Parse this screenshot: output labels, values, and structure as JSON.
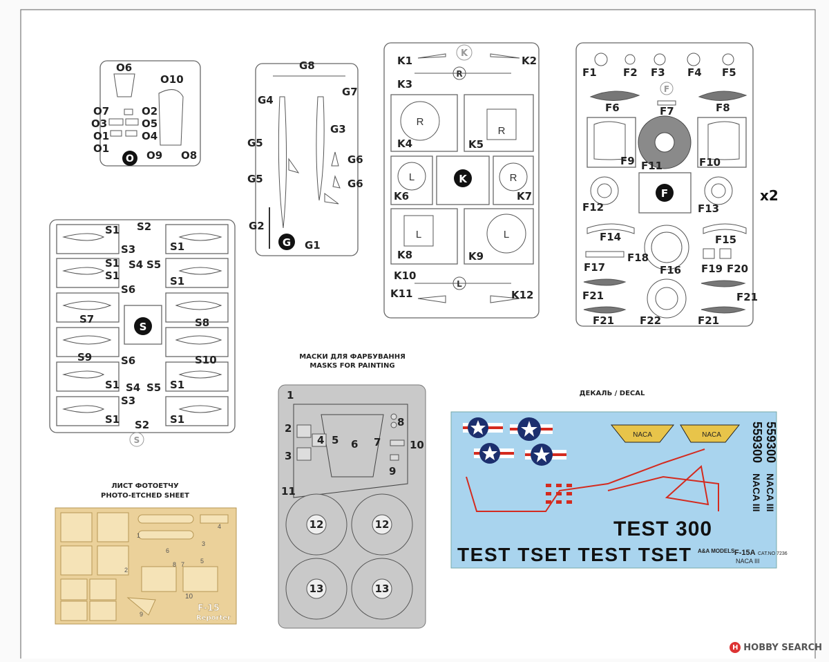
{
  "sprue_o": {
    "badge": "O",
    "labels": [
      "O6",
      "O10",
      "O7",
      "O2",
      "O3",
      "O5",
      "O1",
      "O4",
      "O1",
      "O9",
      "O8"
    ]
  },
  "sprue_g": {
    "badge": "G",
    "labels": [
      "G8",
      "G4",
      "G7",
      "G3",
      "G5",
      "G6",
      "G5",
      "G6",
      "G2",
      "G1"
    ]
  },
  "sprue_k": {
    "badge": "K",
    "tab": "K",
    "labels": [
      "K1",
      "K2",
      "K3",
      "K4",
      "K5",
      "K6",
      "K7",
      "K8",
      "K9",
      "K10",
      "K11",
      "K12"
    ],
    "markers": [
      "R",
      "R",
      "R",
      "L",
      "L",
      "L",
      "R",
      "L"
    ]
  },
  "sprue_f": {
    "badge": "F",
    "tab": "F",
    "qty": "x2",
    "labels": [
      "F1",
      "F2",
      "F3",
      "F4",
      "F5",
      "F6",
      "F7",
      "F8",
      "F9",
      "F11",
      "F10",
      "F12",
      "F13",
      "F14",
      "F15",
      "F17",
      "F18",
      "F16",
      "F19",
      "F20",
      "F21",
      "F21",
      "F21",
      "F22",
      "F21"
    ]
  },
  "sprue_s": {
    "badge": "S",
    "tab": "S",
    "labels": [
      "S1",
      "S2",
      "S3",
      "S1",
      "S1",
      "S4",
      "S5",
      "S1",
      "S6",
      "S1",
      "S7",
      "S8",
      "S9",
      "S10",
      "S6",
      "S1",
      "S1",
      "S4",
      "S5",
      "S1",
      "S3",
      "S1",
      "S2",
      "S1"
    ]
  },
  "photo_etch": {
    "title_ua": "ЛИСТ ФОТОЕТЧУ",
    "title_en": "PHOTO-ETCHED SHEET",
    "brand": "F-15",
    "brand_sub": "Reporter",
    "numbers": [
      "1",
      "2",
      "3",
      "4",
      "5",
      "6",
      "7",
      "8",
      "9",
      "10"
    ]
  },
  "masks": {
    "title_ua": "МАСКИ ДЛЯ ФАРБУВАННЯ",
    "title_en": "MASKS FOR PAINTING",
    "numbers": [
      "1",
      "2",
      "3",
      "4",
      "5",
      "6",
      "7",
      "8",
      "9",
      "10",
      "11",
      "12",
      "12",
      "13",
      "13"
    ]
  },
  "decal": {
    "title": "ДЕКАЛЬ / DECAL",
    "test_big": "TEST 300",
    "test_row": "TEST TSET TEST TSET",
    "serial": "559300",
    "naca": "NACA III",
    "logo": "NACA",
    "kit": "F-15A",
    "kit_sub": "NACA III",
    "cat": "CAT.NO 7236",
    "brand": "A&A MODELS"
  },
  "watermark": {
    "text": "HOBBY SEARCH",
    "icon": "hobby-search-logo"
  },
  "colors": {
    "photo_etch": "#ebd19a",
    "mask": "#c9c9c9",
    "decal": "#a9d4ee",
    "decal_red": "#d42a1e",
    "navy": "#1c2f6e"
  }
}
